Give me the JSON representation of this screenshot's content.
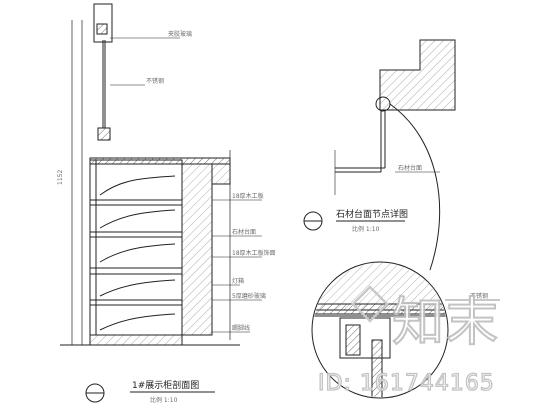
{
  "drawing": {
    "left_section": {
      "title": "1#展示柜剖面图",
      "scale": "比例 1:10",
      "height_mark": "1152",
      "labels": [
        "夹胶玻璃",
        "不锈钢",
        "18厚木工板",
        "石材台面",
        "18厚木工板饰面",
        "灯箱",
        "5厚磨砂玻璃",
        "踢脚线"
      ]
    },
    "right_section": {
      "title": "石材台面节点详图",
      "scale": "比例 1:10",
      "labels": [
        "石材台面",
        "不锈钢"
      ]
    },
    "watermark": {
      "brand": "知末",
      "id_text": "ID: 161744165"
    }
  }
}
